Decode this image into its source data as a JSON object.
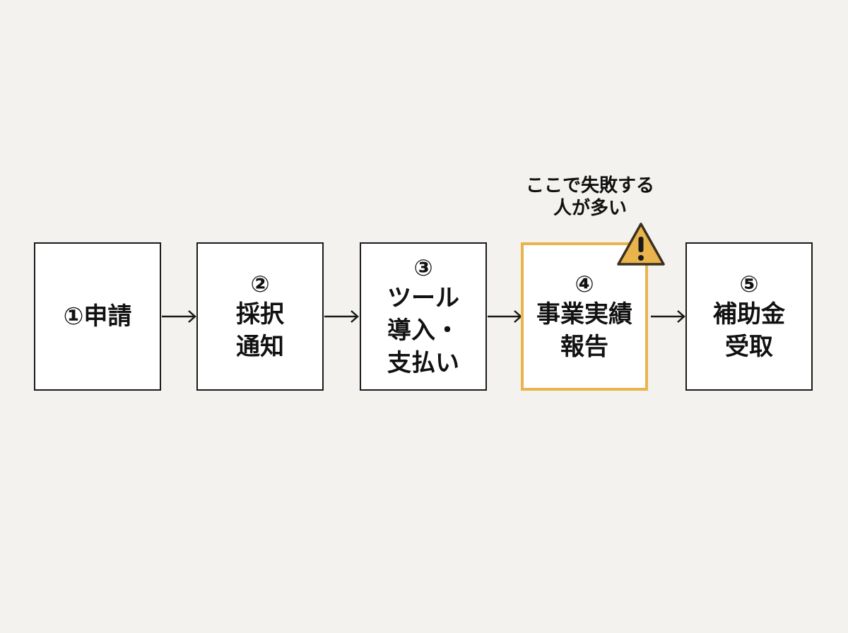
{
  "steps": [
    {
      "number": "①",
      "lines": [
        "申請"
      ]
    },
    {
      "number": "②",
      "lines": [
        "採択",
        "通知"
      ]
    },
    {
      "number": "③",
      "lines": [
        "ツール",
        "導入・",
        "支払い"
      ]
    },
    {
      "number": "④",
      "lines": [
        "事業実績",
        "報告"
      ]
    },
    {
      "number": "⑤",
      "lines": [
        "補助金",
        "受取"
      ]
    }
  ],
  "warning": {
    "line1": "ここで失敗する",
    "line2": "人が多い",
    "icon": "warning-triangle-icon",
    "color": "#e9b44c"
  },
  "colors": {
    "background": "#f3f2ee",
    "box_border": "#1a1a1a",
    "highlight_border": "#e9b44c",
    "warning_fill": "#e9b44c"
  }
}
